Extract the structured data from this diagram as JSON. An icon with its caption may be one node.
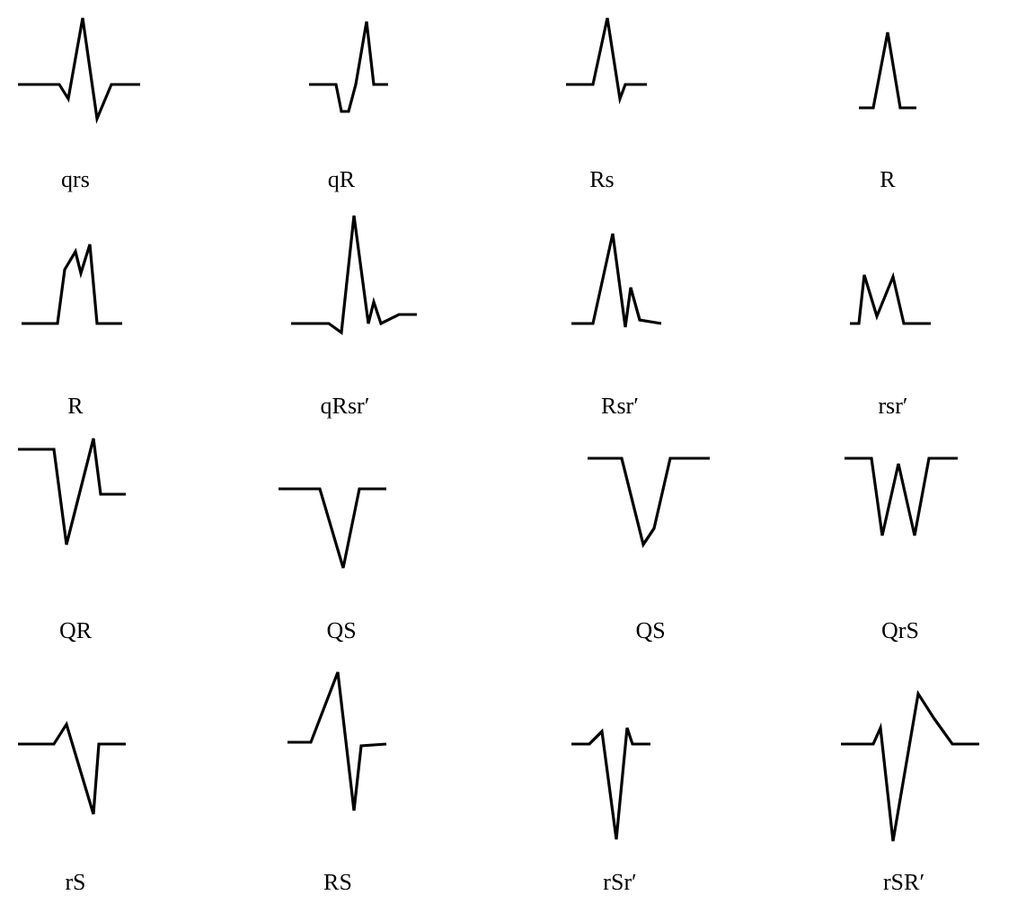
{
  "diagram": {
    "labels": [
      "qrs",
      "qR",
      "Rs",
      "R",
      "R",
      "qRsr′",
      "Rsr′",
      "rsr′",
      "QR",
      "QS",
      "QS",
      "QrS",
      "rS",
      "RS",
      "rSr′",
      "rSR′"
    ]
  }
}
